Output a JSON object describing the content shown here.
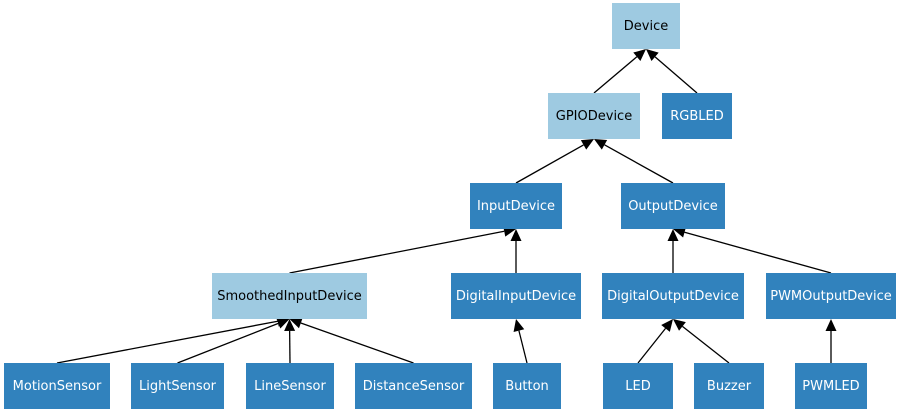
{
  "colors": {
    "abstract": "#9ecae1",
    "concrete": "#3182bd",
    "edge": "#000000"
  },
  "nodes": {
    "device": {
      "label": "Device",
      "kind": "abstract"
    },
    "gpio_device": {
      "label": "GPIODevice",
      "kind": "abstract"
    },
    "rgbled": {
      "label": "RGBLED",
      "kind": "concrete"
    },
    "input_device": {
      "label": "InputDevice",
      "kind": "concrete"
    },
    "output_device": {
      "label": "OutputDevice",
      "kind": "concrete"
    },
    "smoothed_input_device": {
      "label": "SmoothedInputDevice",
      "kind": "abstract"
    },
    "digital_input_device": {
      "label": "DigitalInputDevice",
      "kind": "concrete"
    },
    "digital_output_device": {
      "label": "DigitalOutputDevice",
      "kind": "concrete"
    },
    "pwm_output_device": {
      "label": "PWMOutputDevice",
      "kind": "concrete"
    },
    "motion_sensor": {
      "label": "MotionSensor",
      "kind": "concrete"
    },
    "light_sensor": {
      "label": "LightSensor",
      "kind": "concrete"
    },
    "line_sensor": {
      "label": "LineSensor",
      "kind": "concrete"
    },
    "distance_sensor": {
      "label": "DistanceSensor",
      "kind": "concrete"
    },
    "button": {
      "label": "Button",
      "kind": "concrete"
    },
    "led": {
      "label": "LED",
      "kind": "concrete"
    },
    "buzzer": {
      "label": "Buzzer",
      "kind": "concrete"
    },
    "pwmled": {
      "label": "PWMLED",
      "kind": "concrete"
    }
  },
  "edges": [
    [
      "gpio_device",
      "device"
    ],
    [
      "rgbled",
      "device"
    ],
    [
      "input_device",
      "gpio_device"
    ],
    [
      "output_device",
      "gpio_device"
    ],
    [
      "smoothed_input_device",
      "input_device"
    ],
    [
      "digital_input_device",
      "input_device"
    ],
    [
      "digital_output_device",
      "output_device"
    ],
    [
      "pwm_output_device",
      "output_device"
    ],
    [
      "motion_sensor",
      "smoothed_input_device"
    ],
    [
      "light_sensor",
      "smoothed_input_device"
    ],
    [
      "line_sensor",
      "smoothed_input_device"
    ],
    [
      "distance_sensor",
      "smoothed_input_device"
    ],
    [
      "button",
      "digital_input_device"
    ],
    [
      "led",
      "digital_output_device"
    ],
    [
      "buzzer",
      "digital_output_device"
    ],
    [
      "pwmled",
      "pwm_output_device"
    ]
  ]
}
